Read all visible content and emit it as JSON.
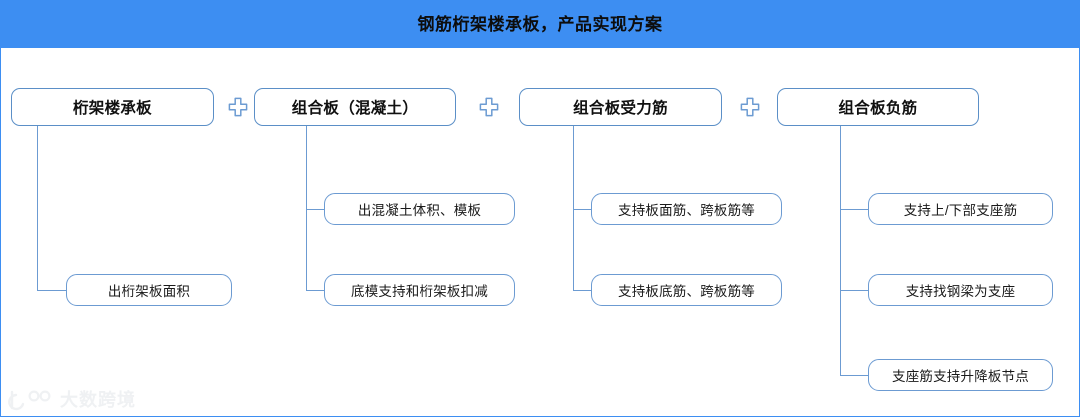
{
  "header": {
    "title": "钢筋桁架楼承板，产品实现方案",
    "background_color": "#3d8ef2",
    "title_color": "#0d0d0d"
  },
  "theme": {
    "accent_color": "#3d8ef2",
    "node_border_color": "#5b8fc7",
    "child_border_color": "#6c9bd2",
    "connector_color": "#6c9bd2",
    "canvas_color": "#ffffff"
  },
  "diagram": {
    "type": "tree",
    "orientation": "horizontal-columns",
    "columns": [
      {
        "id": "col-1",
        "title": "桁架楼承板",
        "children": [
          {
            "label": "出桁架板面积"
          }
        ]
      },
      {
        "id": "col-2",
        "title": "组合板（混凝土）",
        "children": [
          {
            "label": "出混凝土体积、模板"
          },
          {
            "label": "底模支持和桁架板扣减"
          }
        ]
      },
      {
        "id": "col-3",
        "title": "组合板受力筋",
        "children": [
          {
            "label": "支持板面筋、跨板筋等"
          },
          {
            "label": "支持板底筋、跨板筋等"
          }
        ]
      },
      {
        "id": "col-4",
        "title": "组合板负筋",
        "children": [
          {
            "label": "支持上/下部支座筋"
          },
          {
            "label": "支持找钢梁为支座"
          },
          {
            "label": "支座筋支持升降板节点"
          }
        ]
      }
    ],
    "operators": [
      {
        "icon": "plus-icon",
        "between": [
          "col-1",
          "col-2"
        ]
      },
      {
        "icon": "plus-icon",
        "between": [
          "col-2",
          "col-3"
        ]
      },
      {
        "icon": "plus-icon",
        "between": [
          "col-3",
          "col-4"
        ]
      }
    ]
  },
  "watermark": {
    "icon": "dashuakuajing-logo-icon",
    "text": "大数跨境"
  }
}
